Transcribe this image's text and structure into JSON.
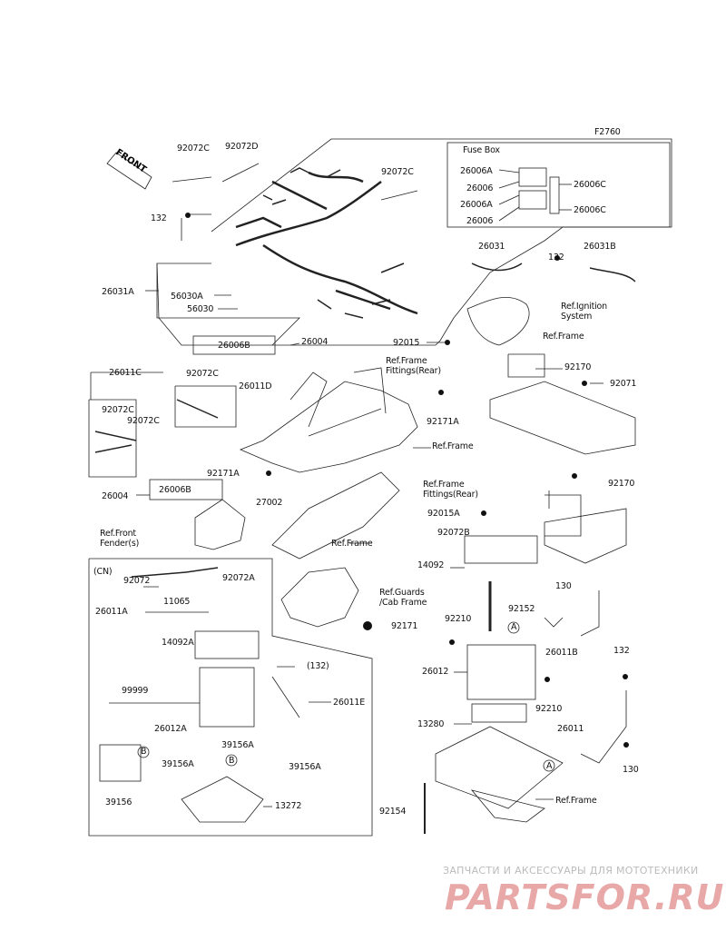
{
  "diagram_code": "F2760",
  "front_label": "FRONT",
  "fuse_box": {
    "title": "Fuse Box",
    "left_parts": [
      "26006A",
      "26006",
      "26006A",
      "26006"
    ],
    "right_parts": [
      "26006C",
      "26006C"
    ]
  },
  "parts": {
    "p92072C_a": "92072C",
    "p92072D": "92072D",
    "p92072C_b": "92072C",
    "p132_a": "132",
    "p26031A": "26031A",
    "p56030A": "56030A",
    "p56030": "56030",
    "p26006B_a": "26006B",
    "p26004_a": "26004",
    "p92015": "92015",
    "p26031": "26031",
    "p132_b": "132",
    "p26031B": "26031B",
    "ref_ignition": "Ref.Ignition\nSystem",
    "ref_frame_a": "Ref.Frame",
    "ref_frame_fittings_a": "Ref.Frame\nFittings(Rear)",
    "p92170_a": "92170",
    "p92071": "92071",
    "p92171A_a": "92171A",
    "ref_frame_b": "Ref.Frame",
    "p26011C": "26011C",
    "p92072C_c": "92072C",
    "p26011D": "26011D",
    "p92072C_d": "92072C",
    "p92072C_e": "92072C",
    "p92171A_b": "92171A",
    "p26004_b": "26004",
    "p26006B_b": "26006B",
    "p27002": "27002",
    "ref_front_fender": "Ref.Front\nFender(s)",
    "ref_frame_c": "Ref.Frame",
    "ref_frame_fittings_b": "Ref.Frame\nFittings(Rear)",
    "p92170_b": "92170",
    "p92015A": "92015A",
    "p92072B": "92072B",
    "p14092": "14092",
    "cn": "(CN)",
    "p92072": "92072",
    "p92072A": "92072A",
    "p26011A": "26011A",
    "p11065": "11065",
    "ref_guards": "Ref.Guards\n/Cab Frame",
    "p92171": "92171",
    "p92152": "92152",
    "p130_a": "130",
    "p92210_a": "92210",
    "pA_a": "A",
    "p14092A": "14092A",
    "p132_c": "(132)",
    "p26011B": "26011B",
    "p132_d": "132",
    "p99999": "99999",
    "p26012": "26012",
    "p92210_b": "92210",
    "p26011E": "26011E",
    "p26012A": "26012A",
    "p13280": "13280",
    "p26011": "26011",
    "pB_a": "B",
    "p39156A_a": "39156A",
    "p39156A_b": "39156A",
    "pB_b": "B",
    "p39156A_c": "39156A",
    "pA_b": "A",
    "p130_b": "130",
    "p39156": "39156",
    "p13272": "13272",
    "p92154": "92154",
    "ref_frame_d": "Ref.Frame"
  },
  "watermark": {
    "line1": "ЗАПЧАСТИ И АКСЕССУАРЫ ДЛЯ МОТОТЕХНИКИ",
    "line2": "PARTSFOR.RU"
  }
}
